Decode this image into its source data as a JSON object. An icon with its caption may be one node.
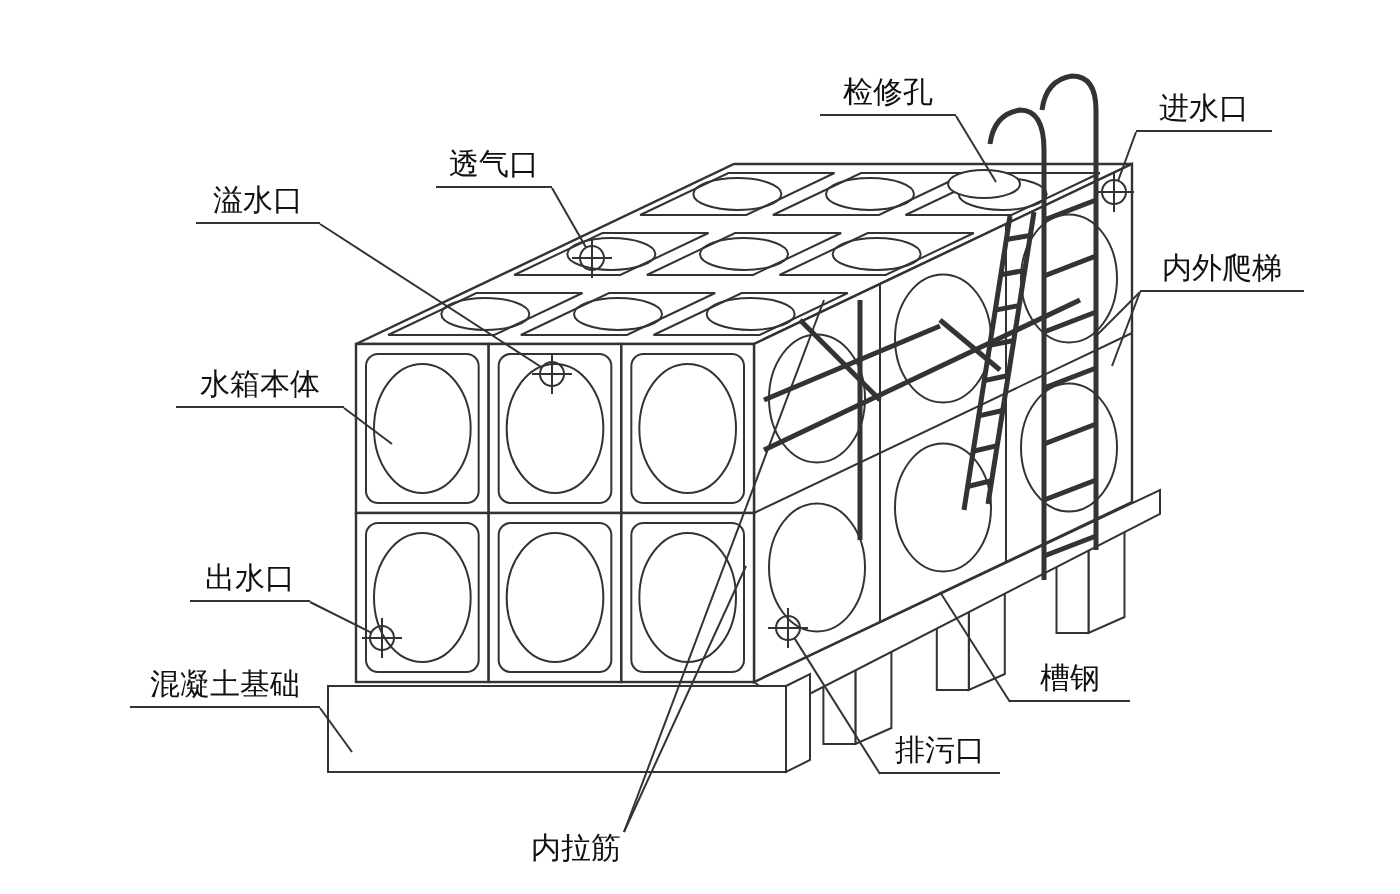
{
  "diagram": {
    "nodes": [
      {
        "text": [
          "检修孔"
        ]
      },
      {
        "text": [
          "进水口"
        ]
      },
      {
        "text": [
          "透气口"
        ]
      },
      {
        "text": [
          "溢水口"
        ]
      },
      {
        "text": [
          "内外爬梯"
        ]
      },
      {
        "text": [
          "水箱本体"
        ]
      },
      {
        "text": [
          "出水口"
        ]
      },
      {
        "text": [
          "混凝土基础"
        ]
      },
      {
        "text": [
          "排污口"
        ]
      },
      {
        "text": [
          "槽钢"
        ]
      },
      {
        "text": [
          "内拉筋"
        ]
      },
      {
        "text": [],
        "shape": "circle"
      },
      {
        "text": [],
        "shape": "circle"
      },
      {
        "text": [],
        "shape": "circle"
      },
      {
        "text": [],
        "shape": "circle"
      },
      {
        "text": [],
        "shape": "circle"
      }
    ],
    "edges": [
      {
        "from": 0,
        "to": null,
        "arrow": "none"
      },
      {
        "from": 1,
        "to": 15,
        "arrow": "none"
      },
      {
        "from": 2,
        "to": 13,
        "arrow": "none"
      },
      {
        "from": 3,
        "to": 12,
        "arrow": "none"
      },
      {
        "from": 4,
        "to": null,
        "arrow": "none"
      },
      {
        "from": 4,
        "to": null,
        "arrow": "none"
      },
      {
        "from": 5,
        "to": null,
        "arrow": "none"
      },
      {
        "from": 6,
        "to": 11,
        "arrow": "none"
      },
      {
        "from": 7,
        "to": null,
        "arrow": "none"
      },
      {
        "from": 8,
        "to": 14,
        "arrow": "none"
      },
      {
        "from": 9,
        "to": null,
        "arrow": "none"
      },
      {
        "from": 10,
        "to": null,
        "arrow": "none"
      },
      {
        "from": 10,
        "to": null,
        "arrow": "none"
      }
    ]
  }
}
